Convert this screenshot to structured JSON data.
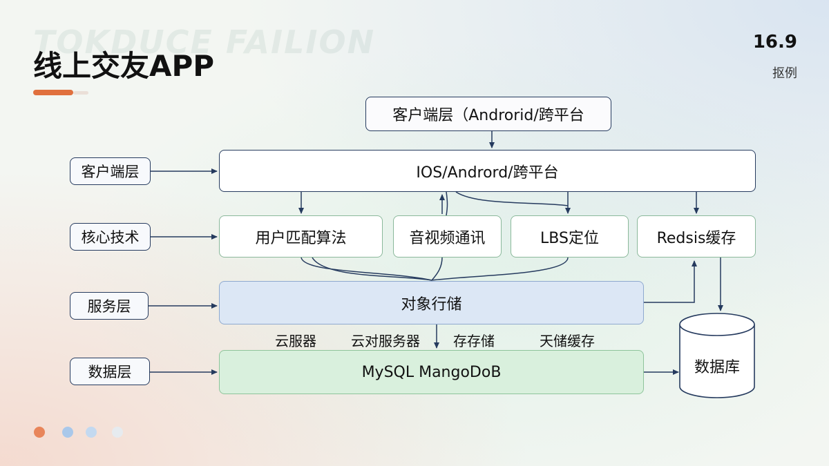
{
  "page": {
    "title": "线上交友APP",
    "number": "16.9",
    "subtitle": "抠例"
  },
  "layer_labels": [
    "客户端层",
    "核心技术",
    "服务层",
    "数据层"
  ],
  "diagram": {
    "top_box": "客户端层（Androrid/跨平台",
    "client_box": "IOS/Andrord/跨平台",
    "tech_boxes": [
      "用户匹配算法",
      "音视频通讯",
      "LBS定位",
      "Redsis缓存"
    ],
    "service_box": "对象行储",
    "under_labels": [
      "云服器",
      "云对服务器",
      "存存储",
      "天储缓存"
    ],
    "data_box": "MySQL MangoDoB",
    "database": "数据库"
  },
  "colors": {
    "accent": "#e0703e",
    "line": "#253a5e",
    "service_fill": "#dce7f5",
    "data_fill": "#d9f0dd",
    "tech_border": "#8ab89a"
  },
  "pager": {
    "dots": 4,
    "active": 0
  }
}
